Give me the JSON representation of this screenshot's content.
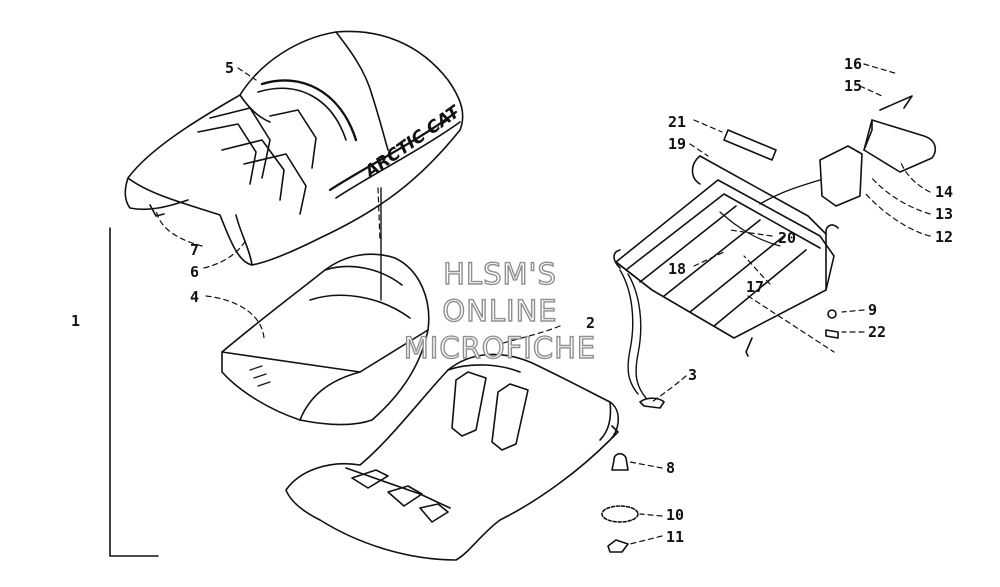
{
  "watermark": {
    "line1": "HLSM'S",
    "line2": "ONLINE",
    "line3": "MICROFICHE"
  },
  "seat_cover_brand": "ARCTIC CAT",
  "callouts": {
    "c1": "1",
    "c2": "2",
    "c3": "3",
    "c4": "4",
    "c5": "5",
    "c6": "6",
    "c7": "7",
    "c8": "8",
    "c9": "9",
    "c10": "10",
    "c11": "11",
    "c12": "12",
    "c13": "13",
    "c14": "14",
    "c15": "15",
    "c16": "16",
    "c17": "17",
    "c18": "18",
    "c19": "19",
    "c20": "20",
    "c21": "21",
    "c22": "22"
  },
  "colors": {
    "ink": "#111111",
    "watermark_outline": "#8f8f8f",
    "background": "#ffffff"
  }
}
